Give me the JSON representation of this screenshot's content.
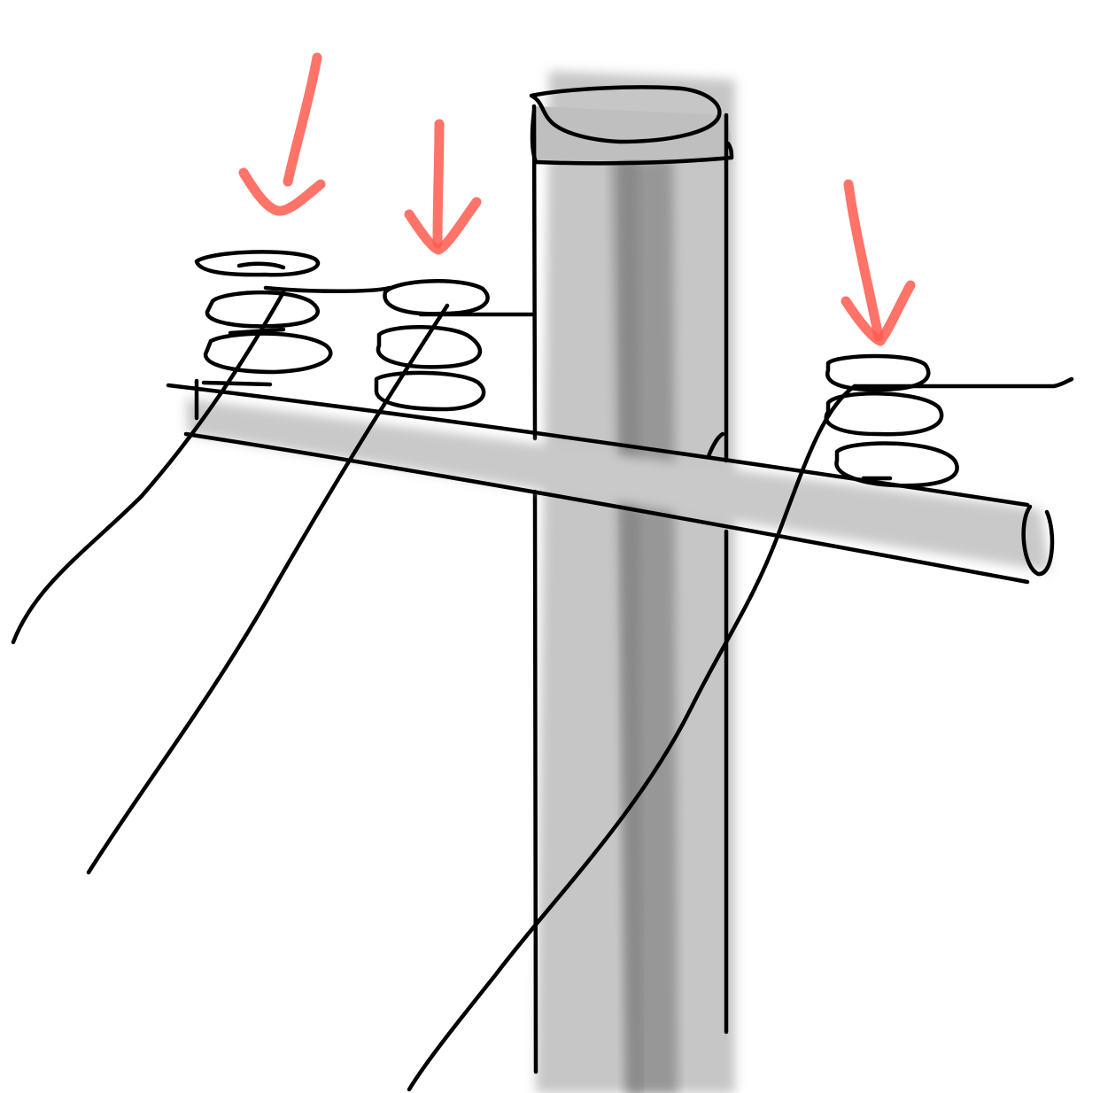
{
  "colors": {
    "background": "#ffffff",
    "ink": "#000000",
    "pole_fill": "#c4c4c4",
    "pole_shadow": "#8c8c8c",
    "crossarm_fill": "#c8c8c8",
    "arrow": "#ff5a4e"
  },
  "elements": [
    "utility-pole",
    "crossarm",
    "insulator-left",
    "insulator-middle",
    "insulator-right",
    "power-lines",
    "red-arrows"
  ]
}
